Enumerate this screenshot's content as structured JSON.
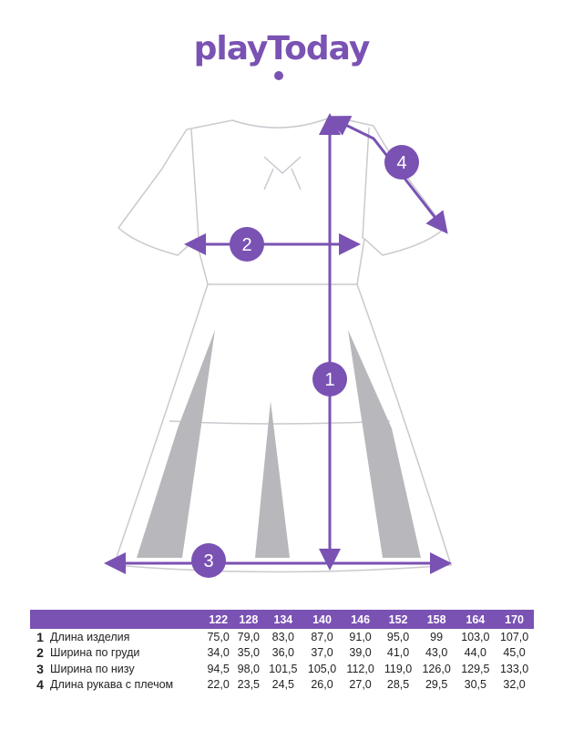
{
  "brand": {
    "logo_text": "playToday"
  },
  "diagram": {
    "markers": [
      "1",
      "2",
      "3",
      "4"
    ],
    "accent_color": "#7a52b3"
  },
  "size_table": {
    "sizes": [
      "122",
      "128",
      "134",
      "140",
      "146",
      "152",
      "158",
      "164",
      "170"
    ],
    "rows": [
      {
        "num": "1",
        "label": "Длина изделия",
        "values": [
          "75,0",
          "79,0",
          "83,0",
          "87,0",
          "91,0",
          "95,0",
          "99",
          "103,0",
          "107,0"
        ]
      },
      {
        "num": "2",
        "label": "Ширина по груди",
        "values": [
          "34,0",
          "35,0",
          "36,0",
          "37,0",
          "39,0",
          "41,0",
          "43,0",
          "44,0",
          "45,0"
        ]
      },
      {
        "num": "3",
        "label": "Ширина по низу",
        "values": [
          "94,5",
          "98,0",
          "101,5",
          "105,0",
          "112,0",
          "119,0",
          "126,0",
          "129,5",
          "133,0"
        ]
      },
      {
        "num": "4",
        "label": "Длина рукава с плечом",
        "values": [
          "22,0",
          "23,5",
          "24,5",
          "26,0",
          "27,0",
          "28,5",
          "29,5",
          "30,5",
          "32,0"
        ]
      }
    ]
  }
}
